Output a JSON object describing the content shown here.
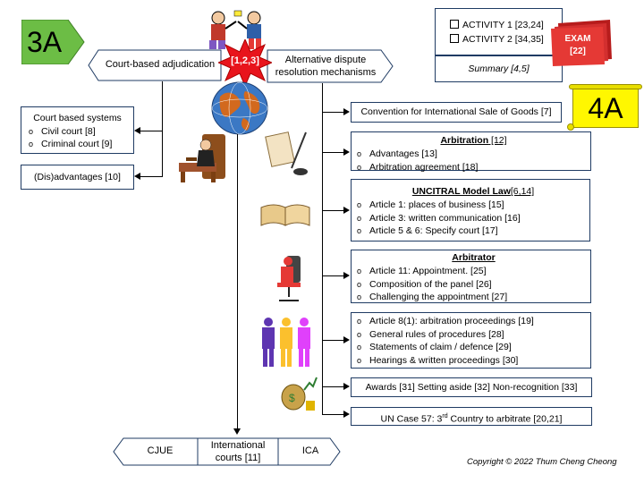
{
  "labels": {
    "section_3a": "3A",
    "section_4a": "4A",
    "court_adjudication": "Court-based adjudication",
    "adr_line1": "Alternative dispute",
    "adr_line2": "resolution mechanisms",
    "burst_refs": "[1,2,3]",
    "activity1": "ACTIVITY  1 [23,24]",
    "activity2": "ACTIVITY  2 [34,35]",
    "summary": "Summary [4,5]",
    "exam_line1": "EXAM",
    "exam_line2": "[22]",
    "copyright": "Copyright © 2022 Thum Cheng Cheong"
  },
  "court_systems": {
    "title": "Court based systems",
    "items": [
      "Civil court [8]",
      "Criminal court [9]"
    ]
  },
  "disadvantages": "(Dis)advantages [10]",
  "cisg": "Convention for International Sale of Goods [7]",
  "arbitration": {
    "title": "Arbitration",
    "ref": " [12]",
    "items": [
      "Advantages [13]",
      "Arbitration agreement [18]"
    ]
  },
  "uncitral": {
    "title": "UNCITRAL Model Law",
    "ref": "[6,14]",
    "items": [
      "Article 1: places of business [15]",
      "Article 3: written communication [16]",
      "Article 5 & 6: Specify court [17]"
    ]
  },
  "arbitrator": {
    "title": "Arbitrator",
    "items": [
      "Article 11: Appointment. [25]",
      "Composition of the panel [26]",
      "Challenging the appointment [27]"
    ]
  },
  "proceedings": {
    "items": [
      "Article 8(1): arbitration proceedings [19]",
      "General rules of procedures [28]",
      "Statements of claim / defence [29]",
      "Hearings & written proceedings [30]"
    ]
  },
  "awards": "Awards [31] Setting aside [32] Non-recognition [33]",
  "un_case": {
    "prefix": "UN Case 57: 3",
    "sup": "rd",
    "suffix": " Country to arbitrate  [20,21]"
  },
  "bottom": {
    "left": "CJUE",
    "center_line1": "International",
    "center_line2": "courts  [11]",
    "right": "ICA"
  }
}
